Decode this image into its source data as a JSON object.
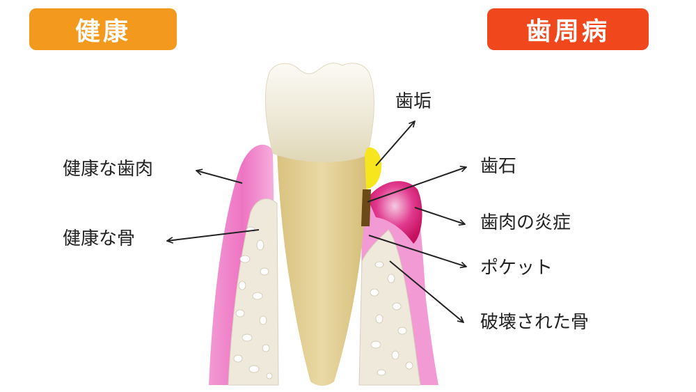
{
  "badges": {
    "healthy": "健康",
    "disease": "歯周病"
  },
  "labels": {
    "healthy_gum": "健康な歯肉",
    "healthy_bone": "健康な骨",
    "plaque": "歯垢",
    "calculus": "歯石",
    "gum_inflammation": "歯肉の炎症",
    "pocket": "ポケット",
    "destroyed_bone": "破壊された骨"
  },
  "colors": {
    "healthy_badge": "#f39a1e",
    "disease_badge": "#f1471d",
    "gum": "#f07fc4",
    "inflamed_gum": "#d81670",
    "bone": "#efe9dc",
    "root": "#e2cd8d",
    "crown": "#f3f1e6",
    "plaque": "#f7e61e",
    "calculus": "#6b4a18"
  }
}
